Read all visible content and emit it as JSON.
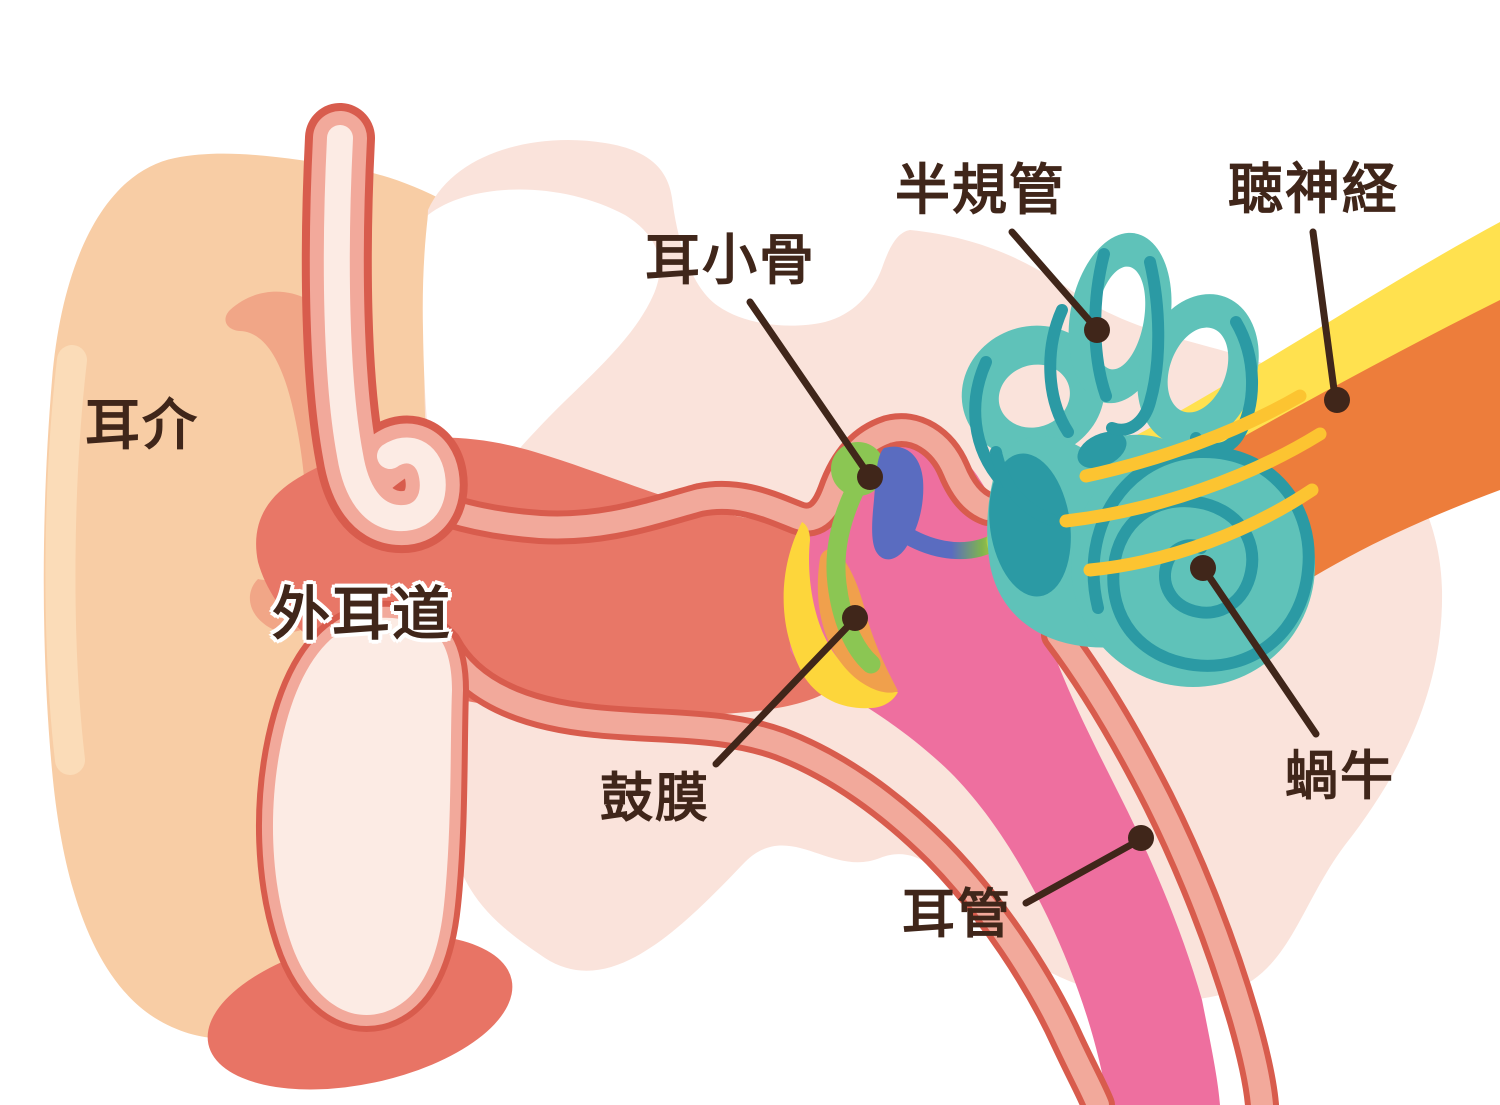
{
  "figure": {
    "type": "anatomical-diagram",
    "subject": "human ear cross-section",
    "language": "ja"
  },
  "labels": {
    "auricle": "耳介",
    "ear_canal": "外耳道",
    "ossicles": "耳小骨",
    "semicircular_canals": "半規管",
    "auditory_nerve": "聴神経",
    "eardrum": "鼓膜",
    "cochlea": "蝸牛",
    "eustachian_tube": "耳管"
  },
  "colors": {
    "background": "#ffffff",
    "skin_peach": "#f8cda5",
    "skin_fold": "#f1a687",
    "skin_highlight": "#fbdcb8",
    "canal_red": "#e87767",
    "wall_salmon": "#f2a99b",
    "wall_stroke": "#d85c4d",
    "interior_pink": "#fcebe4",
    "bone_pink": "#fae3db",
    "middle_ear_pink": "#ee6f9f",
    "eardrum_yellow": "#fdd63b",
    "eardrum_orange": "#f0a04c",
    "malleus_green": "#8bc653",
    "incus_blue": "#5a6cc0",
    "stapes_yellowgreen": "#c8d832",
    "inner_ear_teal": "#5fc2b9",
    "inner_ear_teal_dark": "#2b9aa4",
    "nerve_yellow": "#ffe14f",
    "nerve_fiber_yellow": "#fcc431",
    "nerve_orange": "#ed7d3b",
    "label_brown": "#40261a"
  }
}
